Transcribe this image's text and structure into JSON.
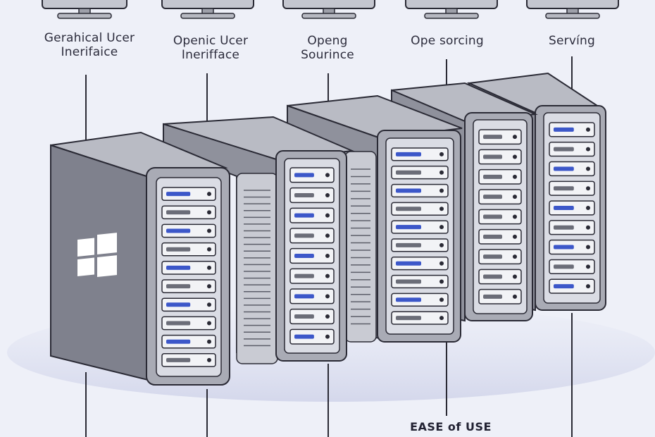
{
  "labels": [
    {
      "line1": "Gerahical Ucer",
      "line2": "Inerifaice"
    },
    {
      "line1": "Openic Ucer",
      "line2": "Inerifface"
    },
    {
      "line1": "Openg",
      "line2": "Sourince"
    },
    {
      "line1": "Ope sorcing",
      "line2": ""
    },
    {
      "line1": "Servíng",
      "line2": ""
    }
  ],
  "caption": "EASE of USE",
  "colors": {
    "background": "#eef0f8",
    "case": "#8a8c96",
    "case_light": "#b7b9c2",
    "front_panel": "#d9dbe2",
    "outline": "#2a2a35",
    "accent": "#3c57c9",
    "windows_logo": "#ffffff"
  },
  "icons": [
    "monitor-icon",
    "windows-logo-icon"
  ]
}
